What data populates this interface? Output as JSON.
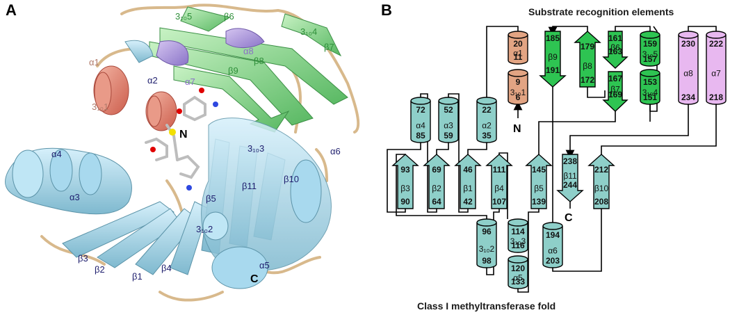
{
  "panel_a": {
    "letter": "A",
    "labels": {
      "a1": "α1",
      "a2": "α2",
      "a3": "α3",
      "a4": "α4",
      "a5": "α5",
      "a6": "α6",
      "a7": "α7",
      "a8": "α8",
      "b1": "β1",
      "b2": "β2",
      "b3": "β3",
      "b4": "β4",
      "b5": "β5",
      "b6": "β6",
      "b7": "β7",
      "b8": "β8",
      "b9": "β9",
      "b10": "β10",
      "b11": "β11",
      "h310_1": "3₁₀1",
      "h310_2": "3₁₀2",
      "h310_3": "3₁₀3",
      "h310_4": "3₁₀4",
      "h310_5": "3₁₀5",
      "n_term": "N",
      "c_term": "C"
    }
  },
  "panel_b": {
    "letter": "B",
    "top_title": "Substrate recognition elements",
    "bottom_title": "Class I methyltransferase fold",
    "n_term": "N",
    "c_term": "C",
    "elements": {
      "a1": {
        "top": "20",
        "name": "α1",
        "bottom": "11"
      },
      "h1": {
        "top": "9",
        "name": "3₁₀1",
        "bottom": "6"
      },
      "b9": {
        "top": "185",
        "name": "β9",
        "bottom": "191"
      },
      "b8": {
        "top": "179",
        "name": "β8",
        "bottom": "172"
      },
      "b6": {
        "top": "161",
        "name": "β6",
        "bottom": "163"
      },
      "b7": {
        "top": "167",
        "name": "β7",
        "bottom": "169"
      },
      "h5": {
        "top": "159",
        "name": "3₁₀5",
        "bottom": "157"
      },
      "h4": {
        "top": "153",
        "name": "3₁₀4",
        "bottom": "151"
      },
      "a8": {
        "top": "230",
        "name": "α8",
        "bottom": "234"
      },
      "a7": {
        "top": "222",
        "name": "α7",
        "bottom": "218"
      },
      "a4": {
        "top": "72",
        "name": "α4",
        "bottom": "85"
      },
      "a3": {
        "top": "52",
        "name": "α3",
        "bottom": "59"
      },
      "a2": {
        "top": "22",
        "name": "α2",
        "bottom": "35"
      },
      "b3": {
        "top": "93",
        "name": "β3",
        "bottom": "90"
      },
      "b2": {
        "top": "69",
        "name": "β2",
        "bottom": "64"
      },
      "b1": {
        "top": "46",
        "name": "β1",
        "bottom": "42"
      },
      "b4": {
        "top": "111",
        "name": "β4",
        "bottom": "107"
      },
      "b5": {
        "top": "145",
        "name": "β5",
        "bottom": "139"
      },
      "b11": {
        "top": "238",
        "name": "β11",
        "bottom": "244"
      },
      "b10": {
        "top": "212",
        "name": "β10",
        "bottom": "208"
      },
      "h2": {
        "top": "96",
        "name": "3₁₀2",
        "bottom": "98"
      },
      "h3": {
        "top": "114",
        "name": "3₁₀3",
        "bottom": "116"
      },
      "a5": {
        "top": "120",
        "name": "α5",
        "bottom": "133"
      },
      "a6": {
        "top": "194",
        "name": "α6",
        "bottom": "203"
      }
    },
    "colors": {
      "alpha_helix_cyan": "#8ecfc9",
      "strand_green": "#2ec452",
      "helix_orange": "#e2a483",
      "helix_pink": "#e8b8f0",
      "connector": "#000000"
    }
  }
}
